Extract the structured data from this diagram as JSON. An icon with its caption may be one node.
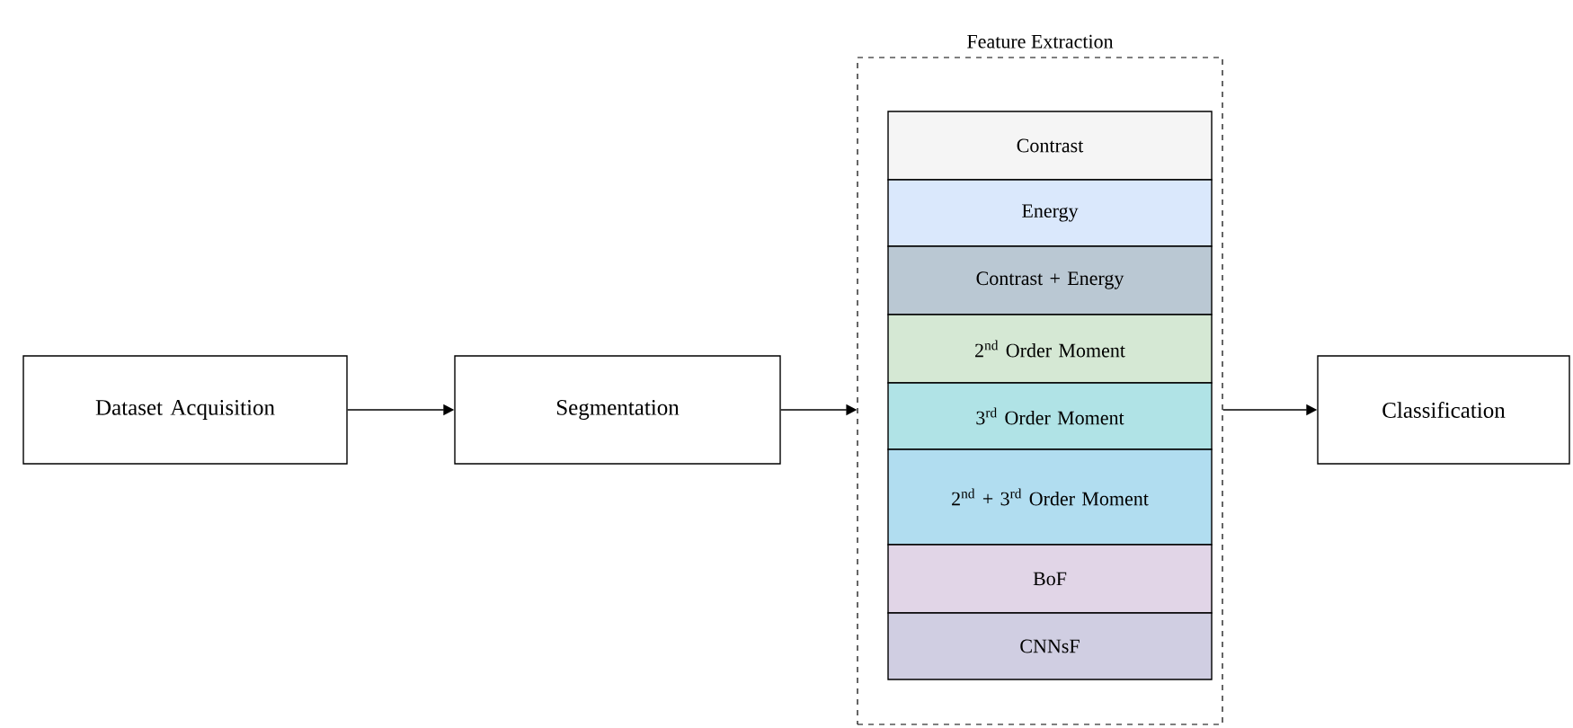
{
  "diagram": {
    "nodes": [
      {
        "text": [
          "Dataset Acquisition"
        ]
      },
      {
        "text": [
          "Segmentation"
        ]
      },
      {
        "text": [
          "Feature Extraction"
        ]
      },
      {
        "text": [
          "Contrast"
        ],
        "in": 2
      },
      {
        "text": [
          "Energy"
        ],
        "in": 2
      },
      {
        "text": [
          "Contrast + Energy"
        ],
        "in": 2
      },
      {
        "text": [
          "2$^{nd}$ Order Moment"
        ],
        "in": 2
      },
      {
        "text": [
          "3$^{rd}$ Order Moment"
        ],
        "in": 2
      },
      {
        "text": [
          "2$^{nd}$ + 3$^{rd}$ Order Moment"
        ],
        "in": 2
      },
      {
        "text": [
          "BoF"
        ],
        "in": 2
      },
      {
        "text": [
          "CNNsF"
        ],
        "in": 2
      },
      {
        "text": [
          "Classification"
        ]
      }
    ],
    "edges": [
      {
        "from": 0,
        "to": 1,
        "arrow": "to"
      },
      {
        "from": 1,
        "to": 2,
        "arrow": "to"
      },
      {
        "from": 2,
        "to": 11,
        "arrow": "to"
      }
    ]
  }
}
